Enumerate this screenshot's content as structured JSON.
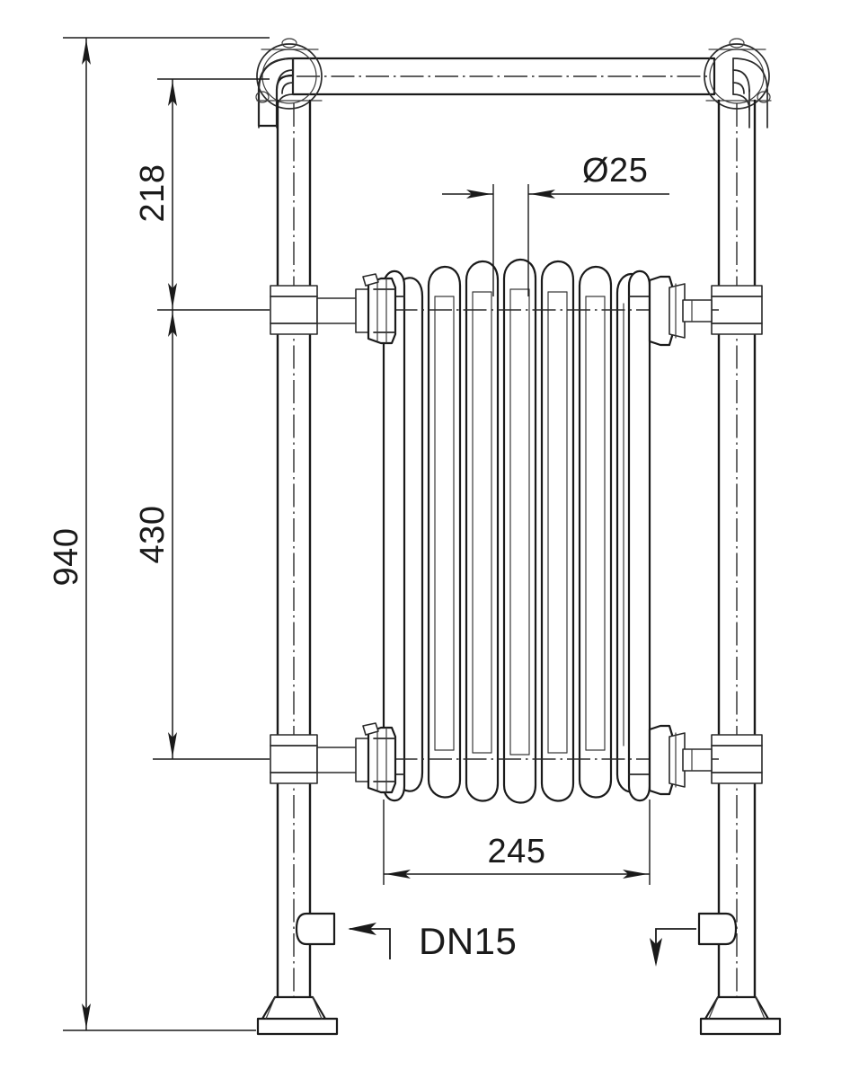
{
  "drawing": {
    "title": "Towel rail radiator dimensional drawing",
    "units": "mm",
    "dimensions": {
      "overall_height": "940",
      "upper_offset": "218",
      "centre_distance": "430",
      "width": "245",
      "tube_diameter": "Ø25"
    },
    "labels": {
      "connection": "DN15"
    },
    "colors": {
      "line": "#1a1a1a",
      "background": "#ffffff"
    }
  },
  "annotations": {
    "height_940": {
      "value": "940",
      "orientation": "vertical",
      "name": "overall-height-dimension"
    },
    "height_218": {
      "value": "218",
      "orientation": "vertical",
      "name": "top-rail-to-upper-valve-dimension"
    },
    "height_430": {
      "value": "430",
      "orientation": "vertical",
      "name": "valve-centre-distance-dimension"
    },
    "width_245": {
      "value": "245",
      "orientation": "horizontal",
      "name": "radiator-width-dimension"
    },
    "diameter_25": {
      "value": "Ø25",
      "orientation": "horizontal",
      "name": "tube-diameter-callout"
    },
    "dn15": {
      "value": "DN15",
      "orientation": "horizontal",
      "name": "dn15-connection-callout"
    }
  }
}
